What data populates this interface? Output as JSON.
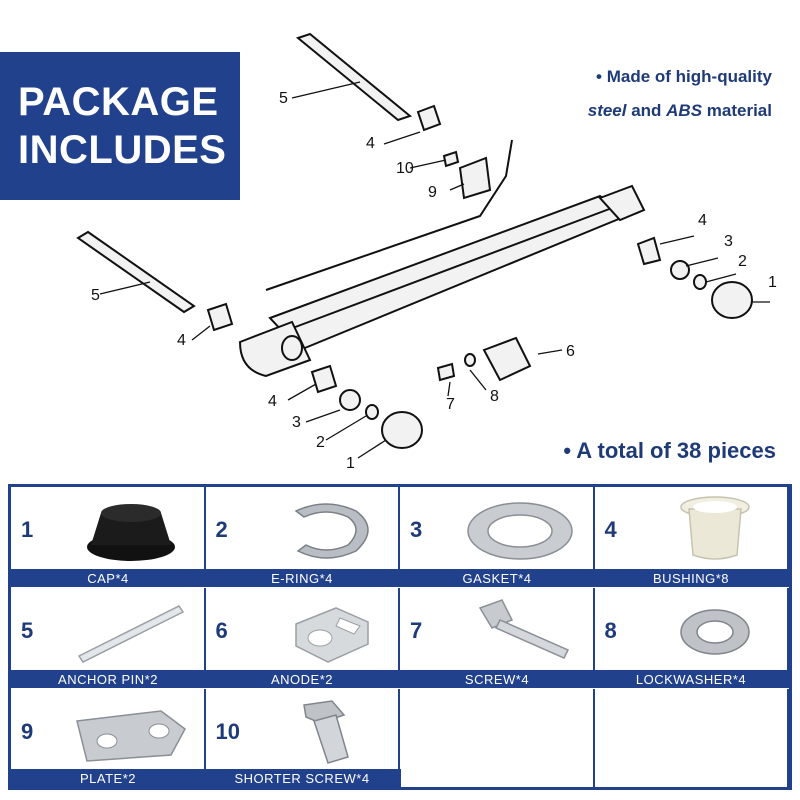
{
  "banner": {
    "line1": "PACKAGE",
    "line2": "INCLUDES"
  },
  "feature": {
    "line1": "• Made of high-quality",
    "steel": "steel",
    "and": " and ",
    "abs": "ABS",
    "material": " material"
  },
  "total": "• A total of 38 pieces",
  "callouts": [
    "5",
    "4",
    "10",
    "9",
    "4",
    "3",
    "2",
    "1",
    "5",
    "4",
    "6",
    "7",
    "8",
    "4",
    "3",
    "2",
    "1"
  ],
  "parts": [
    {
      "num": "1",
      "label": "CAP*4"
    },
    {
      "num": "2",
      "label": "E-RING*4"
    },
    {
      "num": "3",
      "label": "GASKET*4"
    },
    {
      "num": "4",
      "label": "BUSHING*8"
    },
    {
      "num": "5",
      "label": "ANCHOR PIN*2"
    },
    {
      "num": "6",
      "label": "ANODE*2"
    },
    {
      "num": "7",
      "label": "SCREW*4"
    },
    {
      "num": "8",
      "label": "LOCKWASHER*4"
    },
    {
      "num": "9",
      "label": "PLATE*2"
    },
    {
      "num": "10",
      "label": "SHORTER SCREW*4"
    }
  ],
  "colors": {
    "brand": "#21418c",
    "text": "#1e3a78"
  }
}
